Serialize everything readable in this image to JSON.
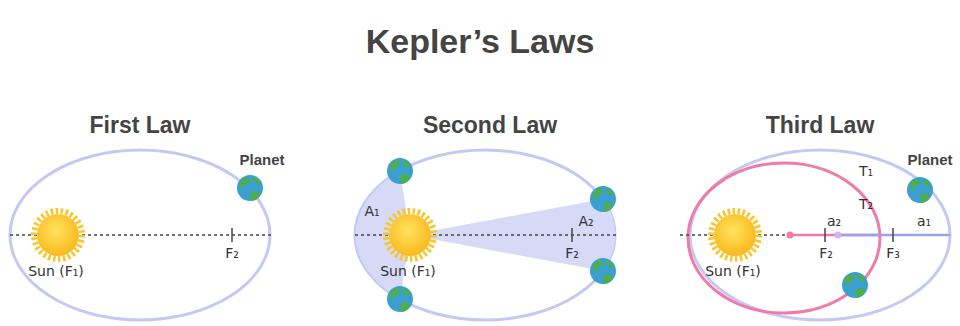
{
  "diagram": {
    "title": "Kepler’s Laws",
    "labels": [
      "First Law",
      "Second Law",
      "Third Law",
      "Planet",
      "Sun (F₁)",
      "F₂",
      "A₁",
      "A₂",
      "Sun (F₁)",
      "F₂",
      "T₁",
      "Planet",
      "T₂",
      "a₂",
      "a₁",
      "Sun (F₁)",
      "F₂",
      "F₃"
    ]
  }
}
